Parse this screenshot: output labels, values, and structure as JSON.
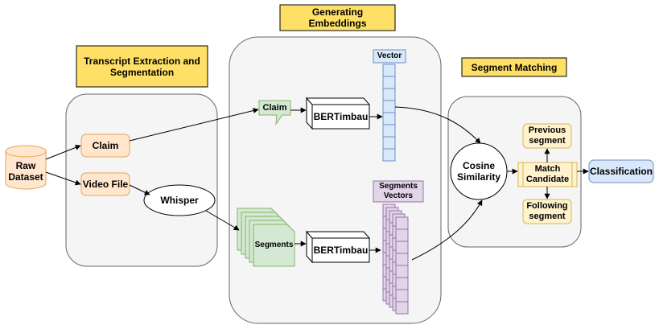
{
  "diagram": {
    "stages": {
      "transcript": "Transcript Extraction and Segmentation",
      "embeddings": "Generating Embeddings",
      "matching": "Segment Matching"
    },
    "nodes": {
      "raw_dataset": "Raw Dataset",
      "claim": "Claim",
      "video_file": "Video File",
      "whisper": "Whisper",
      "claim_note": "Claim",
      "segments": "Segments",
      "bertimbau_top": "BERTimbau",
      "bertimbau_bottom": "BERTimbau",
      "vector": "Vector",
      "segments_vectors": "Segments Vectors",
      "cosine_similarity": "Cosine Similarity",
      "previous_segment": "Previous segment",
      "match_candidate": "Match Candidate",
      "following_segment": "Following segment",
      "classification": "Classification"
    },
    "colors": {
      "title_fill": "#FFE066",
      "orange_fill": "#FFE6CC",
      "orange_stroke": "#E8A25C",
      "green_fill": "#D5E8D4",
      "green_stroke": "#82B366",
      "blue_fill": "#DAE8FC",
      "blue_stroke": "#6C8EBF",
      "purple_fill": "#E1D5E7",
      "purple_stroke": "#9673A6",
      "yellow_fill": "#FFF2CC",
      "yellow_stroke": "#D6B656",
      "panel_fill": "#F5F5F5",
      "panel_stroke": "#666666"
    }
  }
}
